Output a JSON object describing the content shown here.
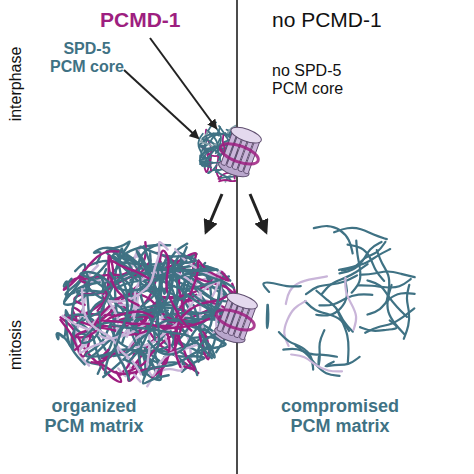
{
  "diagram": {
    "labels": [
      "interphase",
      "PCMD-1",
      "SPD-5 PCM core",
      "no PCMD-1",
      "no SPD-5 PCM core",
      "mitosis",
      "organized PCM matrix",
      "compromised PCM matrix"
    ]
  }
}
